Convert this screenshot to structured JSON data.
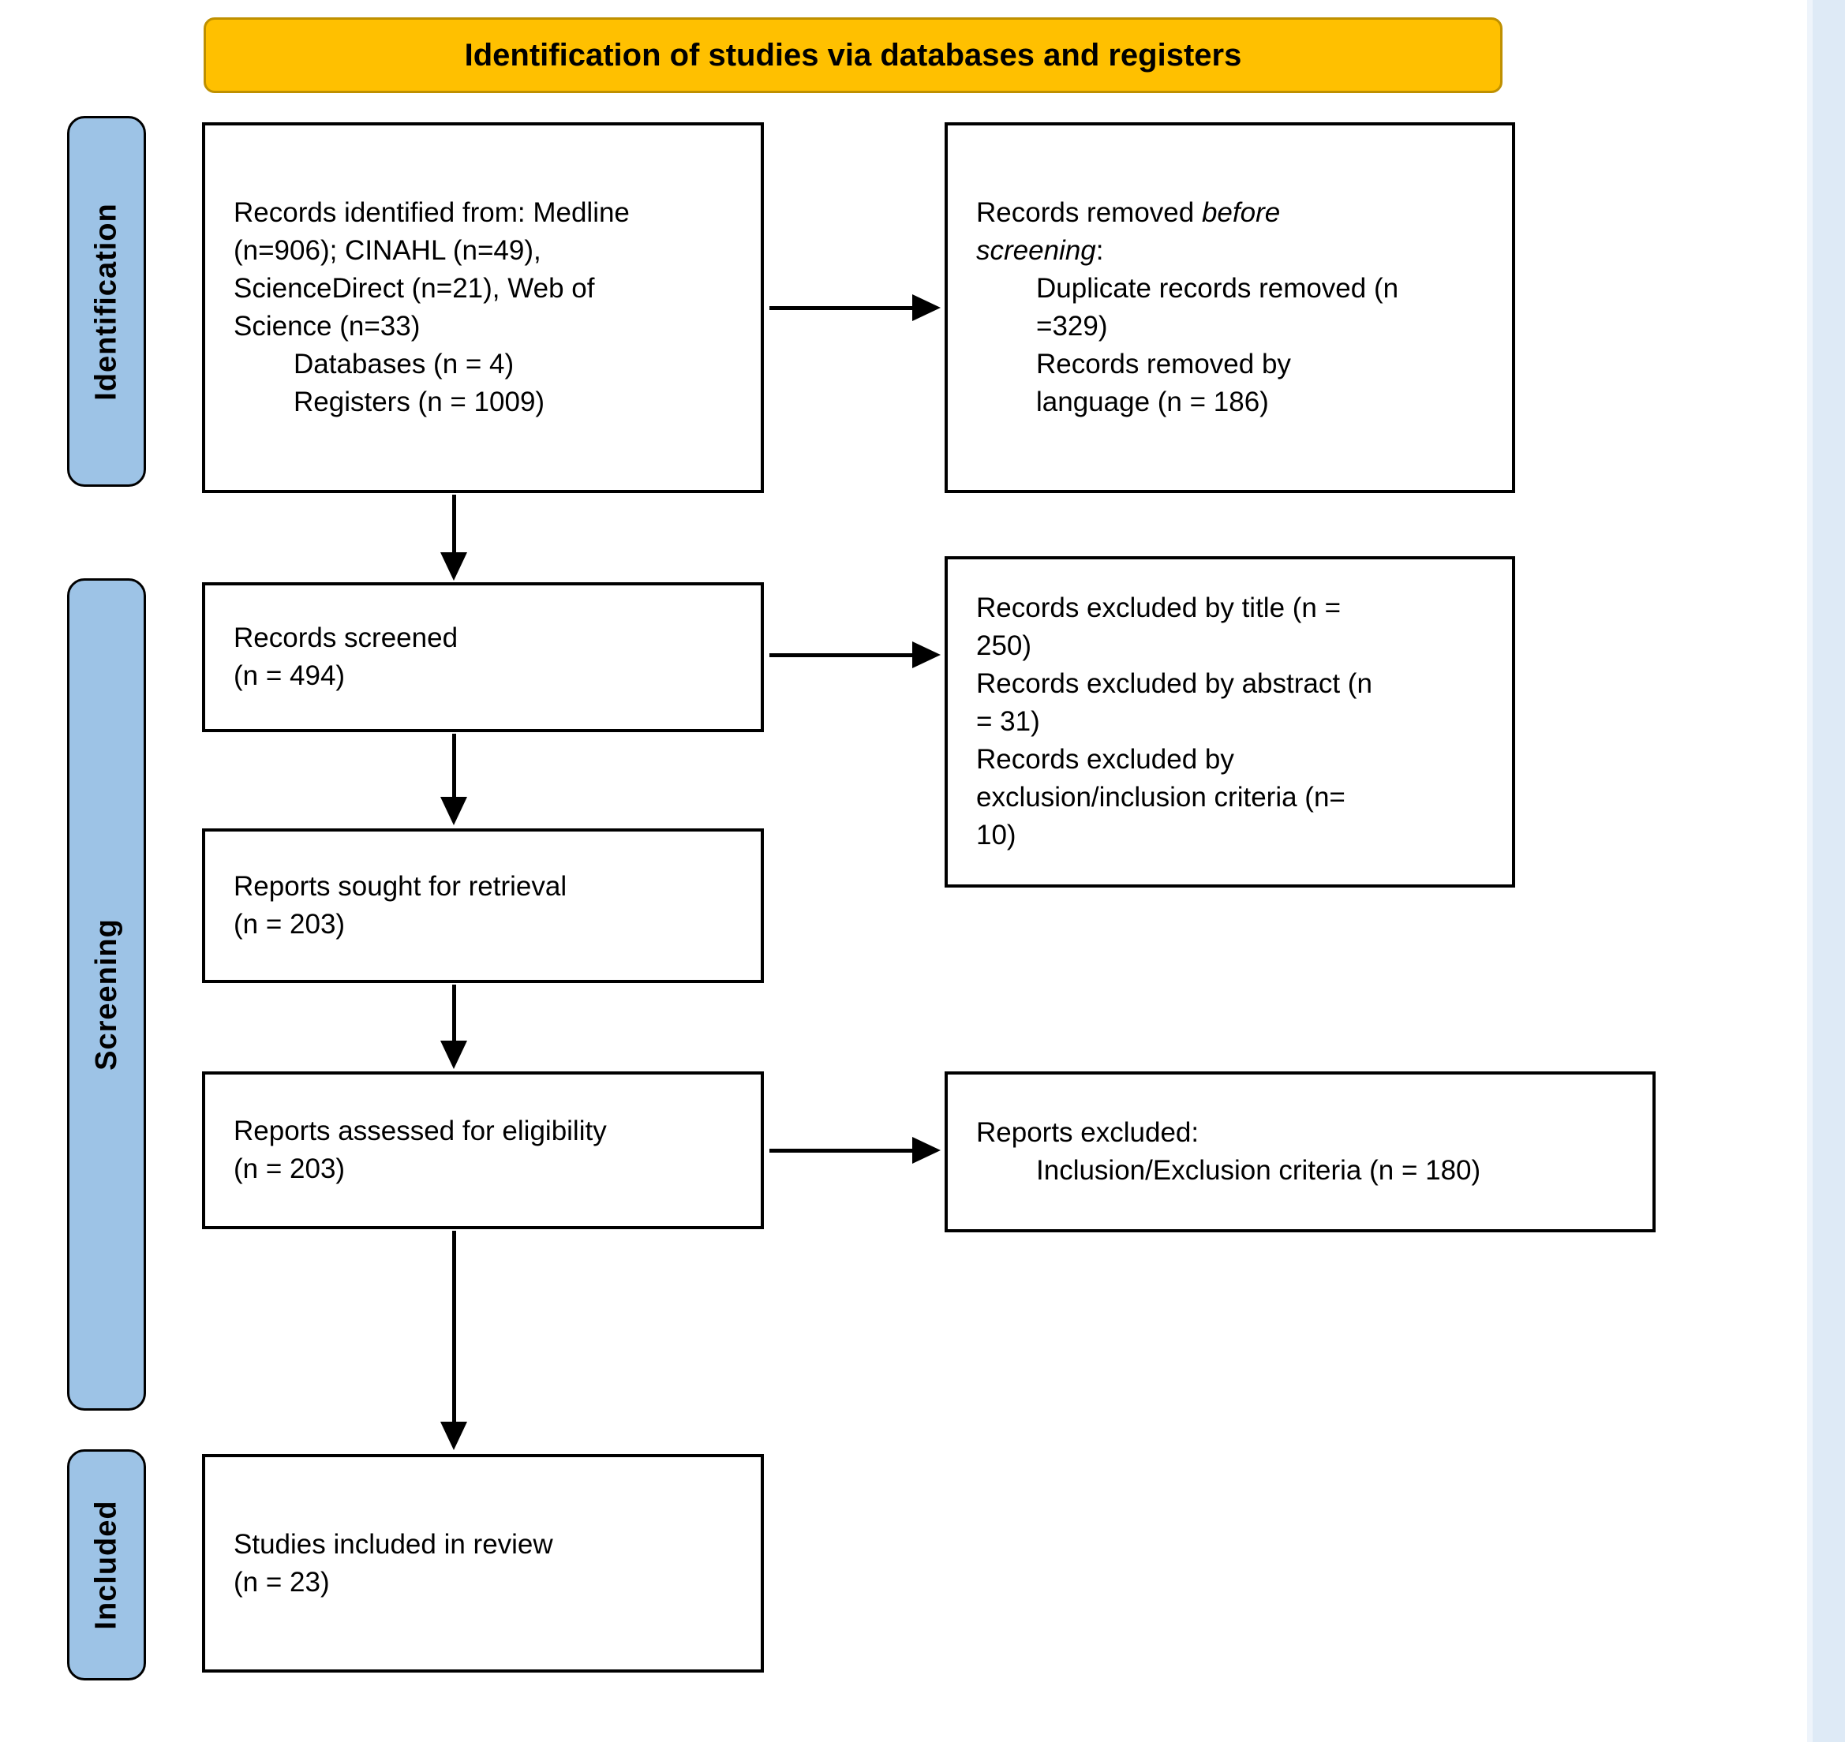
{
  "banner": {
    "title": "Identification of studies via databases and registers"
  },
  "stage_labels": {
    "identification": "Identification",
    "screening": "Screening",
    "included": "Included"
  },
  "boxes": {
    "identified": {
      "lines": [
        "Records identified from: Medline",
        "(n=906); CINAHL (n=49),",
        "ScienceDirect (n=21), Web of",
        "Science (n=33)"
      ],
      "sub_lines": [
        "Databases (n = 4)",
        "Registers (n = 1009)"
      ]
    },
    "removed": {
      "line1_normal": "Records removed ",
      "line1_italic": "before",
      "line2_italic": "screening",
      "line2_normal": ":",
      "sub_lines": [
        "Duplicate records removed (n",
        "=329)",
        "Records removed by",
        "language (n = 186)"
      ]
    },
    "screened": {
      "lines": [
        "Records screened",
        "(n = 494)"
      ]
    },
    "excluded_records": {
      "lines": [
        "Records excluded by title (n =",
        "250)",
        "Records excluded by abstract (n",
        "= 31)",
        "Records excluded by",
        "exclusion/inclusion criteria (n=",
        "10)"
      ]
    },
    "sought": {
      "lines": [
        "Reports sought for retrieval",
        "(n = 203)"
      ]
    },
    "assessed": {
      "lines": [
        "Reports assessed for eligibility",
        "(n = 203)"
      ]
    },
    "excluded_reports": {
      "line1": "Reports excluded:",
      "sub_line": "Inclusion/Exclusion criteria (n = 180)"
    },
    "included": {
      "lines": [
        "Studies included in review",
        "(n = 23)"
      ]
    }
  },
  "colors": {
    "banner_bg": "#FFC000",
    "banner_border": "#BF9000",
    "stage_bg": "#9DC3E6",
    "box_border": "#000000",
    "side_strip": "#DEEAF6"
  }
}
